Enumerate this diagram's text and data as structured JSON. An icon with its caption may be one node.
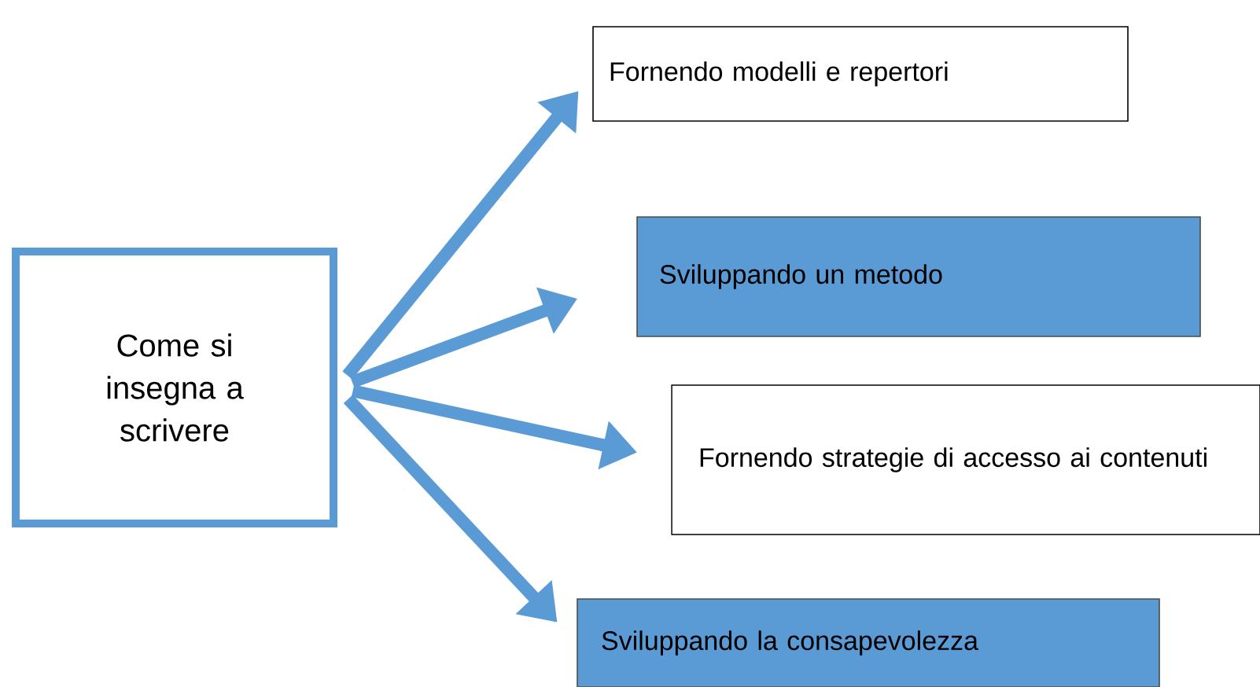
{
  "diagram": {
    "nodes": [
      {
        "text": [
          "Come si insegna a scrivere"
        ]
      },
      {
        "text": [
          "Fornendo modelli e repertori"
        ]
      },
      {
        "text": [
          "Sviluppando un metodo"
        ]
      },
      {
        "text": [
          "Fornendo strategie di accesso ai contenuti"
        ]
      },
      {
        "text": [
          "Sviluppando la consapevolezza"
        ]
      }
    ],
    "edges": [
      {
        "from": 0,
        "to": 1,
        "arrow": "to"
      },
      {
        "from": 0,
        "to": 2,
        "arrow": "to"
      },
      {
        "from": 0,
        "to": 3,
        "arrow": "to"
      },
      {
        "from": 0,
        "to": 4,
        "arrow": "to"
      }
    ]
  }
}
